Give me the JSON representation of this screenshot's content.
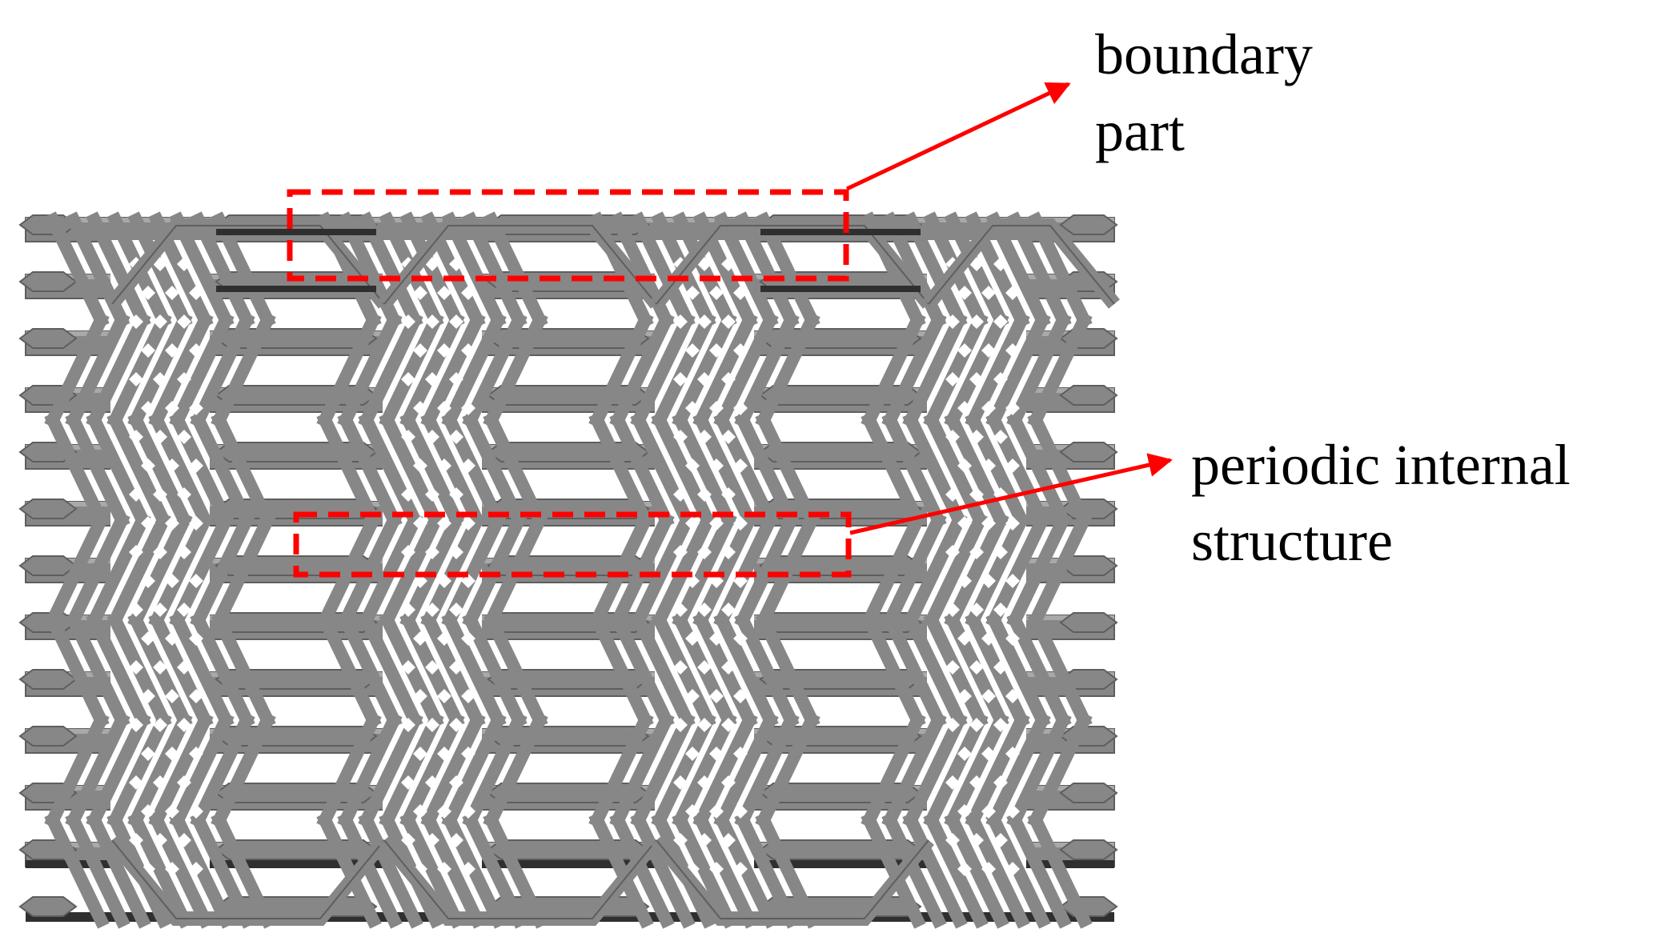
{
  "annotations": {
    "boundary": {
      "line1": "boundary",
      "line2": "part"
    },
    "internal": {
      "line1": "periodic internal",
      "line2": "structure"
    }
  },
  "colors": {
    "yarn_fill": "#878787",
    "yarn_edge": "#5e5e5e",
    "yarn_shade": "#2f2f2f",
    "yarn_light": "#a9a9a9",
    "highlight": "#ff0000",
    "background": "#ffffff"
  },
  "structure": {
    "warp_layers": 12,
    "float_columns": 4
  }
}
